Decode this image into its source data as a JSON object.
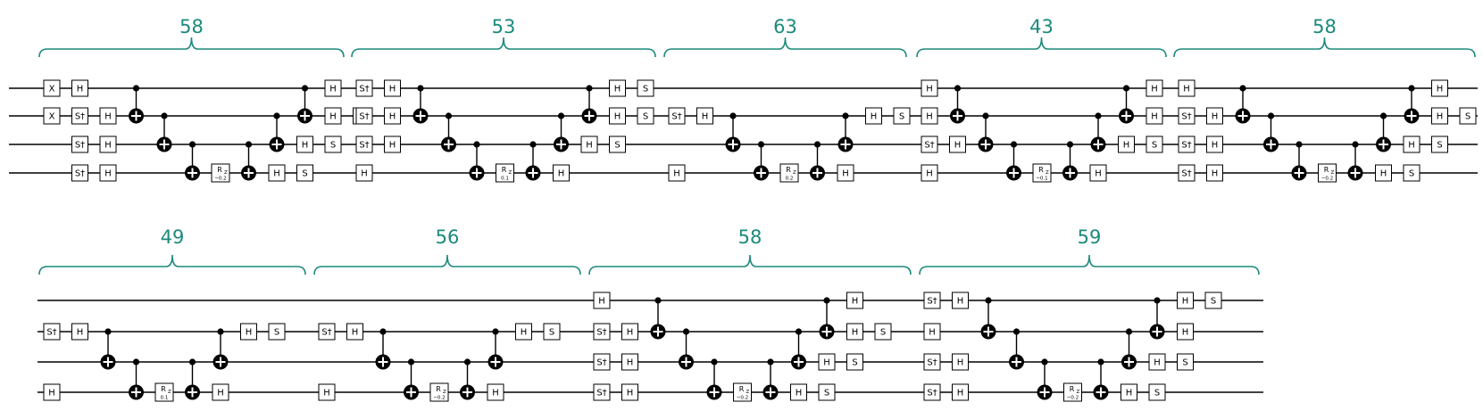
{
  "colors": {
    "brace": "#1b8a7c",
    "wire": "#000000",
    "gate_fill": "#ffffff"
  },
  "gate_labels": {
    "H": "H",
    "S": "S",
    "Sdg": "S†",
    "X": "X",
    "Rz": "R",
    "Rz_sub": "Z"
  },
  "blocks": [
    {
      "count": "58",
      "row": 0,
      "gates": [
        [
          "X",
          0,
          0
        ],
        [
          "X",
          1,
          0
        ],
        [
          "H",
          0,
          1
        ],
        [
          "Sdg",
          1,
          1
        ],
        [
          "Sdg",
          2,
          1
        ],
        [
          "Sdg",
          3,
          1
        ],
        [
          "H",
          1,
          2
        ],
        [
          "H",
          2,
          2
        ],
        [
          "H",
          3,
          2
        ],
        [
          "CX",
          0,
          1,
          3
        ],
        [
          "CX",
          1,
          2,
          4
        ],
        [
          "CX",
          2,
          3,
          5
        ],
        [
          "Rz",
          3,
          6,
          "−0.2"
        ],
        [
          "CX",
          2,
          3,
          7
        ],
        [
          "H",
          3,
          8
        ],
        [
          "CX",
          1,
          2,
          8
        ],
        [
          "S",
          3,
          9
        ],
        [
          "H",
          2,
          9
        ],
        [
          "CX",
          0,
          1,
          9
        ],
        [
          "S",
          2,
          10
        ],
        [
          "H",
          0,
          10
        ],
        [
          "H",
          1,
          10
        ],
        [
          "S",
          1,
          11
        ]
      ]
    },
    {
      "count": "53",
      "row": 0,
      "gates": [
        [
          "Sdg",
          0,
          0
        ],
        [
          "Sdg",
          1,
          0
        ],
        [
          "Sdg",
          2,
          0
        ],
        [
          "H",
          3,
          0
        ],
        [
          "H",
          0,
          1
        ],
        [
          "H",
          1,
          1
        ],
        [
          "H",
          2,
          1
        ],
        [
          "CX",
          0,
          1,
          2
        ],
        [
          "CX",
          1,
          2,
          3
        ],
        [
          "CX",
          2,
          3,
          4
        ],
        [
          "Rz",
          3,
          5,
          "0.1"
        ],
        [
          "CX",
          2,
          3,
          6
        ],
        [
          "H",
          3,
          7
        ],
        [
          "CX",
          1,
          2,
          7
        ],
        [
          "H",
          2,
          8
        ],
        [
          "CX",
          0,
          1,
          8
        ],
        [
          "H",
          0,
          9
        ],
        [
          "H",
          1,
          9
        ],
        [
          "S",
          0,
          10
        ],
        [
          "S",
          1,
          10
        ],
        [
          "S",
          2,
          9
        ]
      ]
    },
    {
      "count": "63",
      "row": 0,
      "gates": [
        [
          "Sdg",
          1,
          0
        ],
        [
          "H",
          3,
          0
        ],
        [
          "H",
          1,
          1
        ],
        [
          "CX",
          1,
          2,
          2
        ],
        [
          "CX",
          2,
          3,
          3
        ],
        [
          "Rz",
          3,
          4,
          "0.2"
        ],
        [
          "CX",
          2,
          3,
          5
        ],
        [
          "CX",
          1,
          2,
          6
        ],
        [
          "H",
          3,
          6
        ],
        [
          "H",
          1,
          7
        ],
        [
          "S",
          1,
          8
        ]
      ]
    },
    {
      "count": "43",
      "row": 0,
      "gates": [
        [
          "H",
          0,
          0
        ],
        [
          "H",
          1,
          0
        ],
        [
          "Sdg",
          2,
          0
        ],
        [
          "H",
          3,
          0
        ],
        [
          "H",
          2,
          1
        ],
        [
          "CX",
          0,
          1,
          1
        ],
        [
          "CX",
          1,
          2,
          2
        ],
        [
          "CX",
          2,
          3,
          3
        ],
        [
          "Rz",
          3,
          4,
          "−0.1"
        ],
        [
          "CX",
          2,
          3,
          5
        ],
        [
          "H",
          3,
          6
        ],
        [
          "CX",
          1,
          2,
          6
        ],
        [
          "CX",
          0,
          1,
          7
        ],
        [
          "H",
          2,
          7
        ],
        [
          "H",
          0,
          8
        ],
        [
          "H",
          1,
          8
        ],
        [
          "S",
          2,
          8
        ]
      ]
    },
    {
      "count": "58",
      "row": 0,
      "gates": [
        [
          "H",
          0,
          0
        ],
        [
          "Sdg",
          1,
          0
        ],
        [
          "Sdg",
          2,
          0
        ],
        [
          "Sdg",
          3,
          0
        ],
        [
          "H",
          1,
          1
        ],
        [
          "H",
          2,
          1
        ],
        [
          "H",
          3,
          1
        ],
        [
          "CX",
          0,
          1,
          2
        ],
        [
          "CX",
          1,
          2,
          3
        ],
        [
          "CX",
          2,
          3,
          4
        ],
        [
          "Rz",
          3,
          5,
          "−0.2"
        ],
        [
          "CX",
          2,
          3,
          6
        ],
        [
          "H",
          3,
          7
        ],
        [
          "CX",
          1,
          2,
          7
        ],
        [
          "H",
          2,
          8
        ],
        [
          "CX",
          0,
          1,
          8
        ],
        [
          "H",
          0,
          9
        ],
        [
          "H",
          1,
          9
        ],
        [
          "S",
          2,
          9
        ],
        [
          "S",
          3,
          8
        ],
        [
          "S",
          1,
          10
        ]
      ]
    },
    {
      "count": "49",
      "row": 1,
      "gates": [
        [
          "Sdg",
          1,
          0
        ],
        [
          "H",
          3,
          0
        ],
        [
          "H",
          1,
          1
        ],
        [
          "CX",
          1,
          2,
          2
        ],
        [
          "CX",
          2,
          3,
          3
        ],
        [
          "Rz",
          3,
          4,
          "0.1"
        ],
        [
          "CX",
          2,
          3,
          5
        ],
        [
          "CX",
          1,
          2,
          6
        ],
        [
          "H",
          3,
          6
        ],
        [
          "H",
          1,
          7
        ],
        [
          "S",
          1,
          8
        ]
      ]
    },
    {
      "count": "56",
      "row": 1,
      "gates": [
        [
          "Sdg",
          1,
          0
        ],
        [
          "H",
          3,
          0
        ],
        [
          "H",
          1,
          1
        ],
        [
          "CX",
          1,
          2,
          2
        ],
        [
          "CX",
          2,
          3,
          3
        ],
        [
          "Rz",
          3,
          4,
          "−0.2"
        ],
        [
          "CX",
          2,
          3,
          5
        ],
        [
          "CX",
          1,
          2,
          6
        ],
        [
          "H",
          3,
          6
        ],
        [
          "H",
          1,
          7
        ],
        [
          "S",
          1,
          8
        ]
      ]
    },
    {
      "count": "58",
      "row": 1,
      "gates": [
        [
          "H",
          0,
          0
        ],
        [
          "Sdg",
          1,
          0
        ],
        [
          "Sdg",
          2,
          0
        ],
        [
          "Sdg",
          3,
          0
        ],
        [
          "H",
          1,
          1
        ],
        [
          "H",
          2,
          1
        ],
        [
          "H",
          3,
          1
        ],
        [
          "CX",
          0,
          1,
          2
        ],
        [
          "CX",
          1,
          2,
          3
        ],
        [
          "CX",
          2,
          3,
          4
        ],
        [
          "Rz",
          3,
          5,
          "−0.2"
        ],
        [
          "CX",
          2,
          3,
          6
        ],
        [
          "H",
          3,
          7
        ],
        [
          "CX",
          1,
          2,
          7
        ],
        [
          "H",
          2,
          8
        ],
        [
          "CX",
          0,
          1,
          8
        ],
        [
          "H",
          0,
          9
        ],
        [
          "H",
          1,
          9
        ],
        [
          "S",
          2,
          9
        ],
        [
          "S",
          3,
          8
        ],
        [
          "S",
          1,
          10
        ]
      ]
    },
    {
      "count": "59",
      "row": 1,
      "gates": [
        [
          "Sdg",
          0,
          0
        ],
        [
          "H",
          1,
          0
        ],
        [
          "Sdg",
          2,
          0
        ],
        [
          "Sdg",
          3,
          0
        ],
        [
          "H",
          0,
          1
        ],
        [
          "H",
          2,
          1
        ],
        [
          "H",
          3,
          1
        ],
        [
          "CX",
          0,
          1,
          2
        ],
        [
          "CX",
          1,
          2,
          3
        ],
        [
          "CX",
          2,
          3,
          4
        ],
        [
          "Rz",
          3,
          5,
          "−0.2"
        ],
        [
          "CX",
          2,
          3,
          6
        ],
        [
          "H",
          3,
          7
        ],
        [
          "CX",
          1,
          2,
          7
        ],
        [
          "H",
          2,
          8
        ],
        [
          "CX",
          0,
          1,
          8
        ],
        [
          "H",
          0,
          9
        ],
        [
          "H",
          1,
          9
        ],
        [
          "S",
          2,
          9
        ],
        [
          "S",
          3,
          8
        ],
        [
          "S",
          0,
          10
        ]
      ]
    }
  ]
}
